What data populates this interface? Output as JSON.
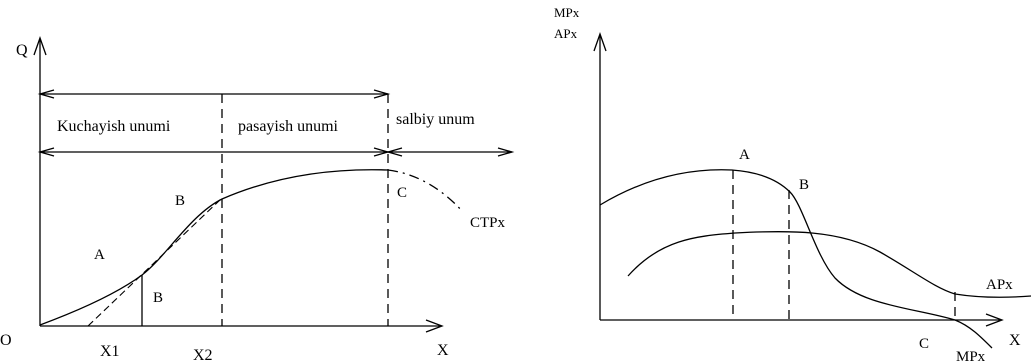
{
  "left_chart": {
    "y_axis_label": "Q",
    "origin_label": "O",
    "x_axis_label": "X",
    "x1_label": "X1",
    "x2_label": "X2",
    "zone_1_label": "Kuchayish unumi",
    "zone_2_label": "pasayish unumi",
    "zone_3_label": "salbiy unum",
    "point_a_label": "A",
    "point_b_upper_label": "B",
    "point_b_lower_label": "B",
    "point_c_label": "C",
    "curve_label": "CTPx"
  },
  "right_chart": {
    "y_axis_label_line1": "MPx",
    "y_axis_label_line2": "APx",
    "x_axis_label": "X",
    "point_a_label": "A",
    "point_b_label": "B",
    "point_c_label": "C",
    "ap_curve_label": "APx",
    "mp_curve_label": "MPx"
  }
}
